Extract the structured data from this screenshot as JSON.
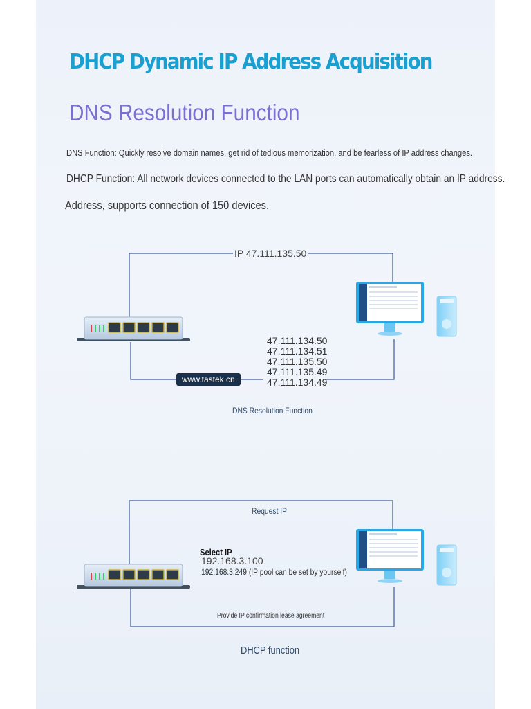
{
  "header": {
    "title": "DHCP Dynamic IP Address Acquisition",
    "subtitle": "DNS Resolution Function",
    "dns_desc": "DNS Function: Quickly resolve domain names, get rid of tedious memorization, and be fearless of IP address changes.",
    "dhcp_desc": "DHCP Function: All network devices connected to the LAN ports can automatically obtain an IP address.",
    "dhcp_desc_2": "Address, supports connection of 150 devices."
  },
  "dns_diagram": {
    "top_ip": "IP 47.111.135.50",
    "ip_list": [
      "47.111.134.50",
      "47.111.134.51",
      "47.111.135.50",
      "47.111.135.49",
      "47.111.134.49"
    ],
    "url_label": "www.tastek.cn",
    "caption": "DNS Resolution Function"
  },
  "dhcp_diagram": {
    "request_label": "Request IP",
    "select_label": "Select IP",
    "ip_start": "192.168.3.100",
    "ip_end": "192.168.3.249 (IP pool can be set by yourself)",
    "lease_label": "Provide IP confirmation lease agreement",
    "caption": "DHCP function"
  },
  "colors": {
    "title": "#1aa0d0",
    "subtitle": "#7c6fd0",
    "connector": "#3c5a9a",
    "label_chip": "#1a2f4a",
    "device_body": "#cfdcec",
    "monitor_frame": "#2aa8e6"
  },
  "icons": [
    "router-icon",
    "monitor-icon",
    "pc-tower-icon"
  ]
}
